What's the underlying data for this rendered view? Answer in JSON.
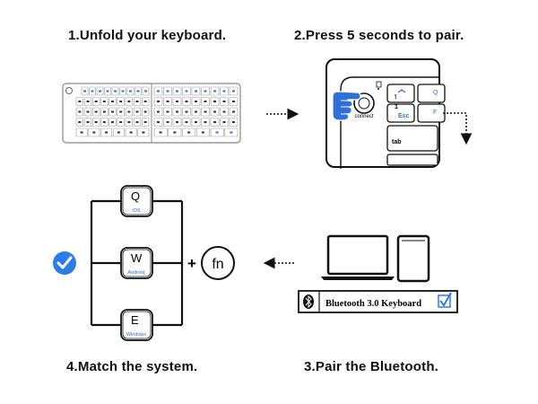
{
  "steps": {
    "s1": "1.Unfold your keyboard.",
    "s2": "2.Press 5 seconds to pair.",
    "s3": "3.Pair the Bluetooth.",
    "s4": "4.Match the system."
  },
  "closeup": {
    "connect_label": "connect",
    "esc_label": "Esc",
    "tab_label": "tab",
    "excl_label": "!",
    "one_label": "1",
    "q_label": "Q",
    "f_label": "F"
  },
  "bluetooth": {
    "device_name": "Bluetooth 3.0 Keyboard",
    "checked": true
  },
  "systems": [
    {
      "key": "Q",
      "os": "iOS"
    },
    {
      "key": "W",
      "os": "Android"
    },
    {
      "key": "E",
      "os": "Windows"
    }
  ],
  "combo": {
    "plus": "+",
    "fn": "fn"
  },
  "colors": {
    "accent": "#2b7de9",
    "key_blue": "#2f6fd6",
    "line": "#111111"
  },
  "icons": {
    "check": "check-circle-icon",
    "hand": "pointing-hand-icon",
    "bt": "bluetooth-icon"
  }
}
